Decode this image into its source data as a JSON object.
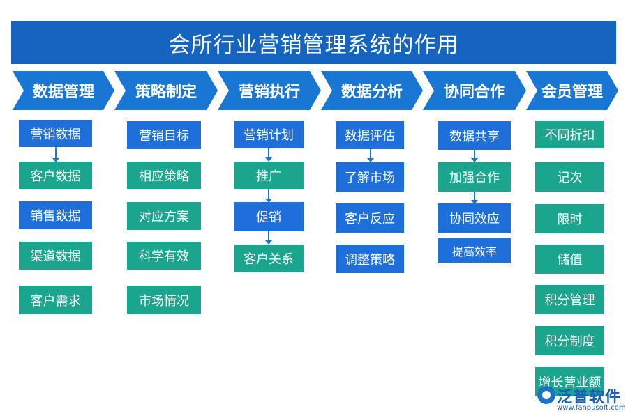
{
  "title": "会所行业营销管理系统的作用",
  "columns": [
    {
      "header": "数据管理",
      "items": [
        "营销数据",
        "客户数据",
        "销售数据",
        "渠道数据",
        "客户需求"
      ]
    },
    {
      "header": "策略制定",
      "items": [
        "营销目标",
        "相应策略",
        "对应方案",
        "科学有效",
        "市场情况"
      ]
    },
    {
      "header": "营销执行",
      "items": [
        "营销计划",
        "推广",
        "促销",
        "客户关系"
      ]
    },
    {
      "header": "数据分析",
      "items": [
        "数据评估",
        "了解市场",
        "客户反应",
        "调整策略"
      ]
    },
    {
      "header": "协同合作",
      "items": [
        "数据共享",
        "加强合作",
        "协同效应",
        "提高效率"
      ]
    },
    {
      "header": "会员管理",
      "items": [
        "不同折扣",
        "记次",
        "限时",
        "储值",
        "积分管理",
        "积分制度",
        "增长营业额"
      ]
    }
  ],
  "watermark": {
    "brand": "泛普软件",
    "url": "www.fanpusoft.com"
  },
  "colors": {
    "title_bg": "#1565c0",
    "header_bg": "#1976d2",
    "blue_box": "#1e6fd9",
    "teal_box": "#1aa58f"
  }
}
